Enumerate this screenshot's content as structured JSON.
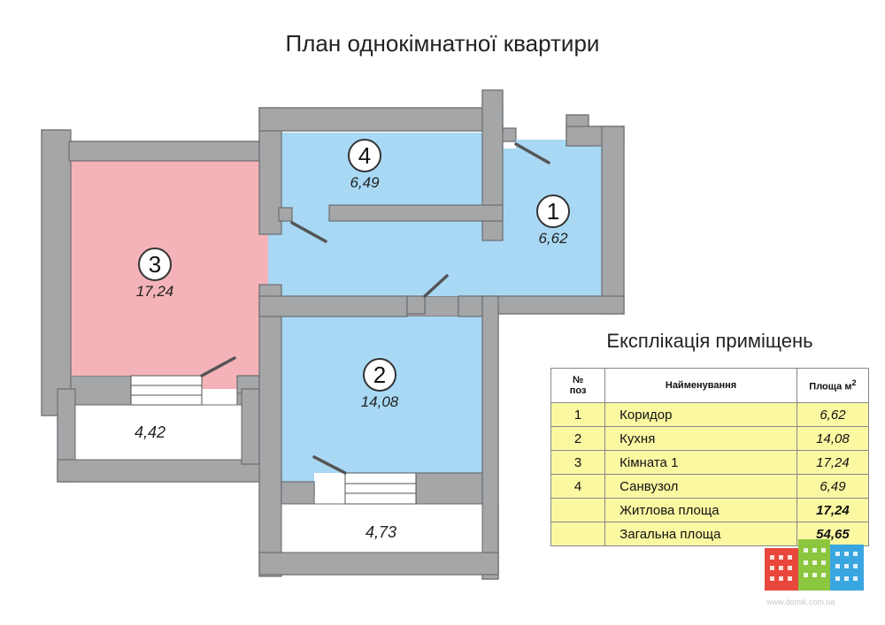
{
  "title": "План однокімнатної квартири",
  "rooms": [
    {
      "num": "1",
      "area": "6,62",
      "fill": "#a8d8f4"
    },
    {
      "num": "2",
      "area": "14,08",
      "fill": "#a8d8f4"
    },
    {
      "num": "3",
      "area": "17,24",
      "fill": "#f4b3b8"
    },
    {
      "num": "4",
      "area": "6,49",
      "fill": "#a8d8f4"
    }
  ],
  "balconies": [
    "4,42",
    "4,73"
  ],
  "explication": {
    "title": "Експлікація приміщень",
    "headers": {
      "num": "№\nпоз",
      "name": "Найменування",
      "area": "Площа м",
      "area_sup": "2"
    },
    "rows": [
      {
        "num": "1",
        "name": "Коридор",
        "area": "6,62"
      },
      {
        "num": "2",
        "name": "Кухня",
        "area": "14,08"
      },
      {
        "num": "3",
        "name": "Кімната 1",
        "area": "17,24"
      },
      {
        "num": "4",
        "name": "Санвузол",
        "area": "6,49"
      }
    ],
    "totals": [
      {
        "name": "Житлова площа",
        "area": "17,24"
      },
      {
        "name": "Загальна площа",
        "area": "54,65"
      }
    ]
  },
  "colors": {
    "wall": "#a4a6a8",
    "blue_room": "#a8d8f4",
    "pink_room": "#f4b3b8",
    "table_fill": "#fbf8a2"
  },
  "watermark": "www.domik.com.ua"
}
